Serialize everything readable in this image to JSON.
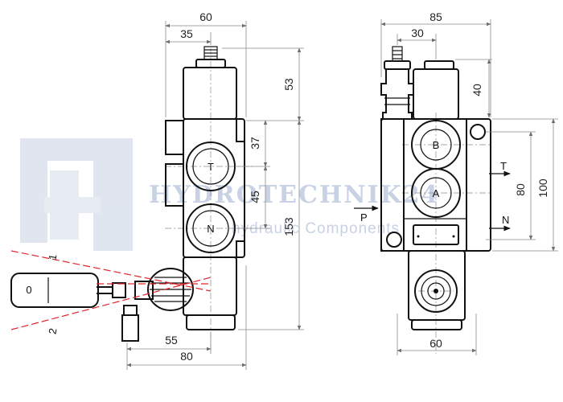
{
  "watermark": {
    "title": "HYDROTECHNIK24",
    "subtitle": "hydraulic Components"
  },
  "left_view": {
    "dims": {
      "width_top": "60",
      "offset_top": "35",
      "h_upper": "53",
      "h_spool_t": "37",
      "h_spool_n": "45",
      "h_total": "153",
      "w_lever_axis": "55",
      "w_total_bottom": "80"
    },
    "port_t": "T",
    "port_n": "N",
    "lever_positions": [
      "1",
      "0",
      "2"
    ]
  },
  "right_view": {
    "dims": {
      "width_top": "85",
      "offset_top": "30",
      "h_top": "40",
      "h_ports": "80",
      "h_total": "100",
      "width_bottom": "60"
    },
    "port_b": "B",
    "port_a": "A",
    "label_p": "P",
    "label_t": "T",
    "label_n": "N"
  }
}
